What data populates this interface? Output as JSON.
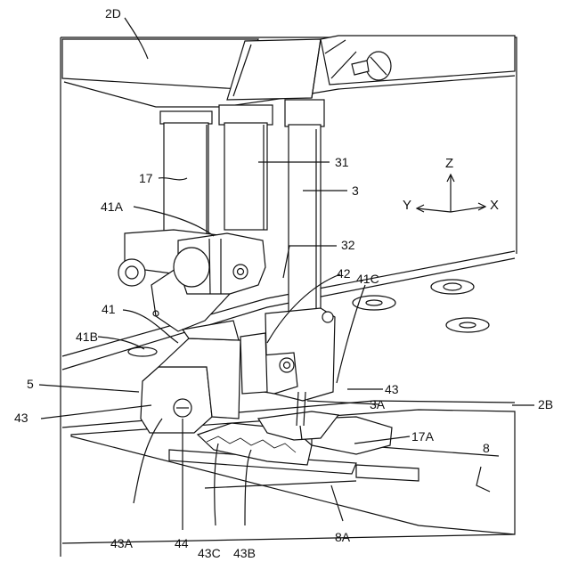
{
  "labels": {
    "l_2D": "2D",
    "l_17": "17",
    "l_31": "31",
    "l_3": "3",
    "l_41A": "41A",
    "l_32": "32",
    "l_42": "42",
    "l_41C": "41C",
    "l_41": "41",
    "l_41B": "41B",
    "l_5": "5",
    "l_43_right": "43",
    "l_3A": "3A",
    "l_2B": "2B",
    "l_43_left": "43",
    "l_17A": "17A",
    "l_8": "8",
    "l_43A": "43A",
    "l_44": "44",
    "l_43C": "43C",
    "l_43B": "43B",
    "l_8A": "8A"
  },
  "axes": {
    "z": "Z",
    "y": "Y",
    "x": "X"
  }
}
